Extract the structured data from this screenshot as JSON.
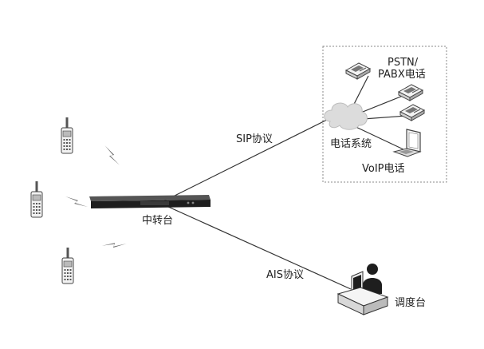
{
  "labels": {
    "relay": "中转台",
    "sip": "SIP协议",
    "ais": "AIS协议",
    "pstn_line1": "PSTN/",
    "pstn_line2": "PABX电话",
    "phone_system": "电话系统",
    "voip": "VoIP电话",
    "dispatch": "调度台"
  },
  "colors": {
    "line": "#333333",
    "device_dark": "#1e1e1e",
    "lightning": "#6a6a6a",
    "cloud": "#dcdcdc",
    "box_border": "#888888"
  },
  "icons": [
    "radio-handset-icon",
    "lightning-icon",
    "relay-unit-icon",
    "cloud-icon",
    "desk-phone-icon",
    "laptop-icon",
    "operator-desk-icon"
  ]
}
